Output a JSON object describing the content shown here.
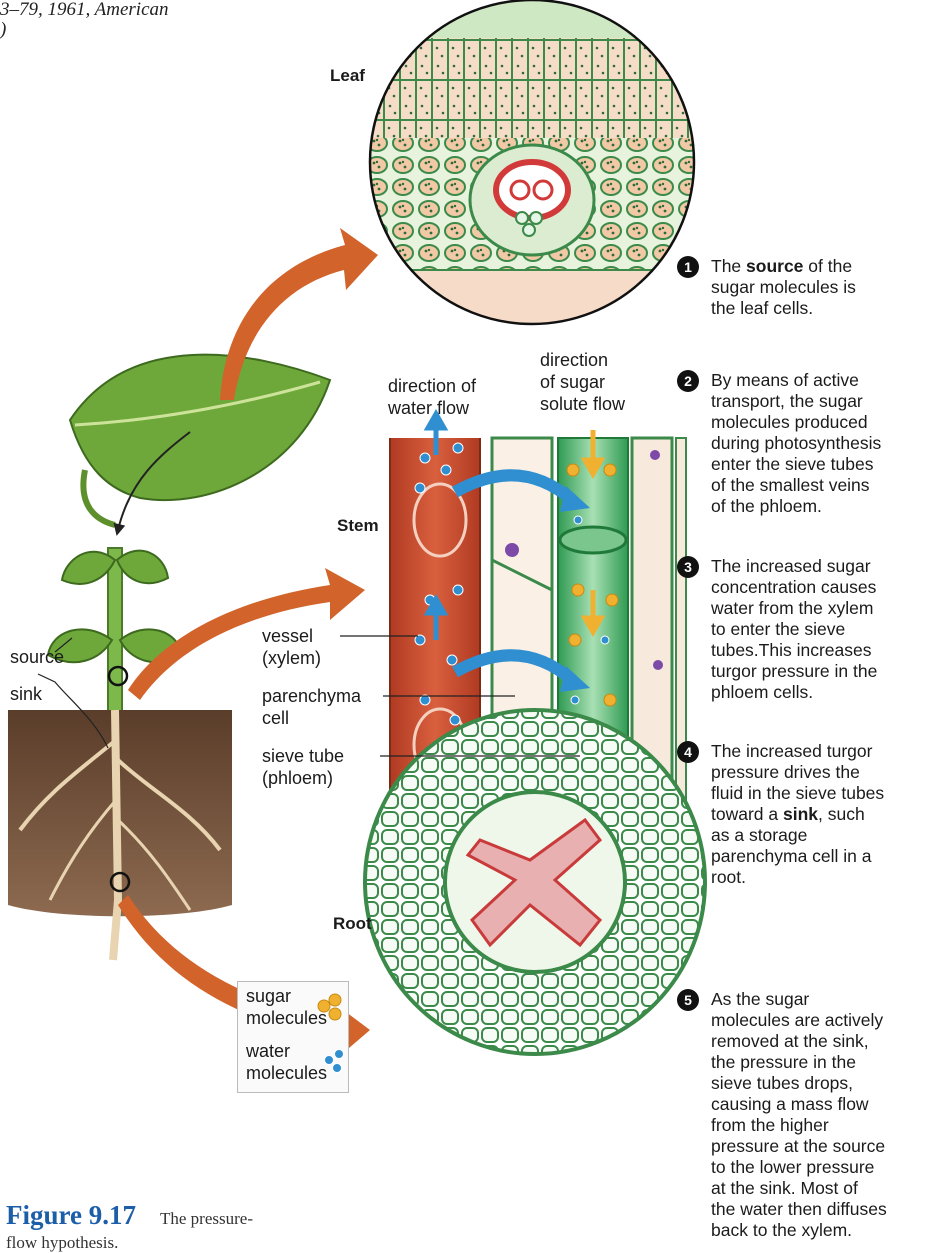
{
  "header_fragment": {
    "line1": "3–79, 1961, American",
    "line2": ")"
  },
  "panels": {
    "leaf": "Leaf",
    "stem": "Stem",
    "root": "Root"
  },
  "plant_labels": {
    "source": "source",
    "sink": "sink"
  },
  "flow_headers": {
    "water_line1": "direction of",
    "water_line2": "water flow",
    "sugar_line1": "direction",
    "sugar_line2": "of sugar",
    "sugar_line3": "solute flow"
  },
  "stem_labels": {
    "vessel_line1": "vessel",
    "vessel_line2": "(xylem)",
    "parenchyma_line1": "parenchyma",
    "parenchyma_line2": "cell",
    "sieve_line1": "sieve tube",
    "sieve_line2": "(phloem)"
  },
  "legend": {
    "sugar_line1": "sugar",
    "sugar_line2": "molecules",
    "water_line1": "water",
    "water_line2": "molecules"
  },
  "steps": [
    {
      "num": "1",
      "l1_pre": "The ",
      "l1_bold": "source",
      "l1_post": " of the",
      "l2": "sugar molecules is",
      "l3": "the leaf cells."
    },
    {
      "num": "2",
      "lines": [
        "By means of active",
        "transport, the sugar",
        "molecules produced",
        "during photosynthesis",
        "enter the sieve tubes",
        "of the smallest veins",
        "of the phloem."
      ]
    },
    {
      "num": "3",
      "lines": [
        "The increased sugar",
        "concentration causes",
        "water from the xylem",
        "to enter the sieve",
        "tubes.This increases",
        "turgor pressure in the",
        "phloem cells."
      ]
    },
    {
      "num": "4",
      "l1": "The increased turgor",
      "l2": "pressure drives the",
      "l3": "fluid in the sieve tubes",
      "l4_pre": "toward a ",
      "l4_bold": "sink",
      "l4_post": ", such",
      "l5": "as a storage",
      "l6": "parenchyma cell in a",
      "l7": "root."
    },
    {
      "num": "5",
      "lines": [
        "As the sugar",
        "molecules are actively",
        "removed at the sink,",
        "the pressure in the",
        "sieve tubes drops,",
        "causing a mass flow",
        "from the higher",
        "pressure at the source",
        "to the lower pressure",
        "at the sink. Most of",
        "the water then diffuses",
        "back to the xylem."
      ]
    }
  ],
  "figure": {
    "title": "Figure 9.17",
    "caption_line1": "The pressure-",
    "caption_line2": "flow hypothesis."
  },
  "colors": {
    "xylem": "#c94a2c",
    "phloem": "#3aa85c",
    "arrow_orange": "#d2632a",
    "water_blue": "#2f8fd0",
    "sugar_yellow": "#f0b030",
    "cell_green": "#3b8a4a",
    "soil_brown": "#7a5840",
    "figure_blue": "#1c5fa8"
  }
}
